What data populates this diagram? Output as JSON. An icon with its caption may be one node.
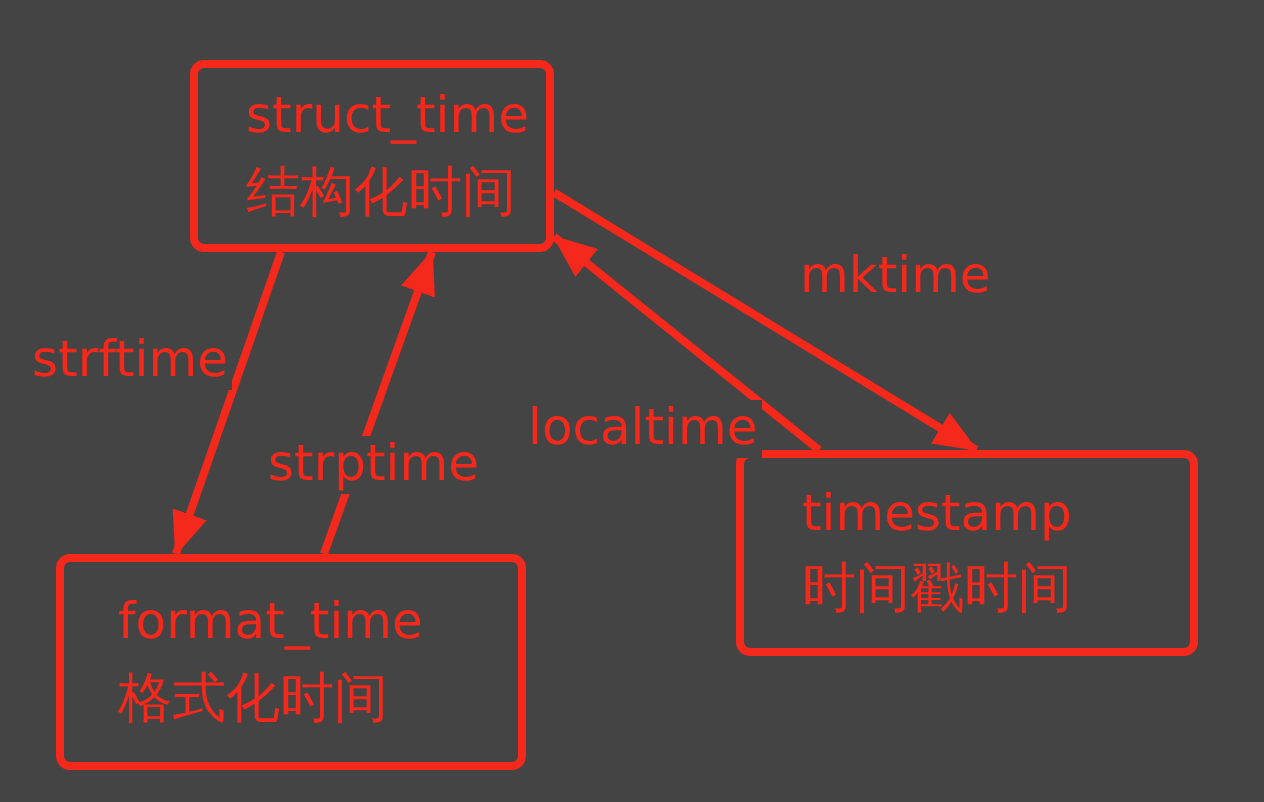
{
  "diagram": {
    "nodes": [
      {
        "text": [
          "struct_time",
          "结构化时间"
        ]
      },
      {
        "text": [
          "format_time",
          "格式化时间"
        ]
      },
      {
        "text": [
          "timestamp",
          "时间戳时间"
        ]
      }
    ],
    "edges": [
      {
        "from": 0,
        "to": 1,
        "arrow": "to",
        "label": "strftime"
      },
      {
        "from": 1,
        "to": 0,
        "arrow": "to",
        "label": "strptime"
      },
      {
        "from": 0,
        "to": 2,
        "arrow": "to",
        "label": "mktime"
      },
      {
        "from": 2,
        "to": 0,
        "arrow": "to",
        "label": "localtime"
      }
    ]
  }
}
